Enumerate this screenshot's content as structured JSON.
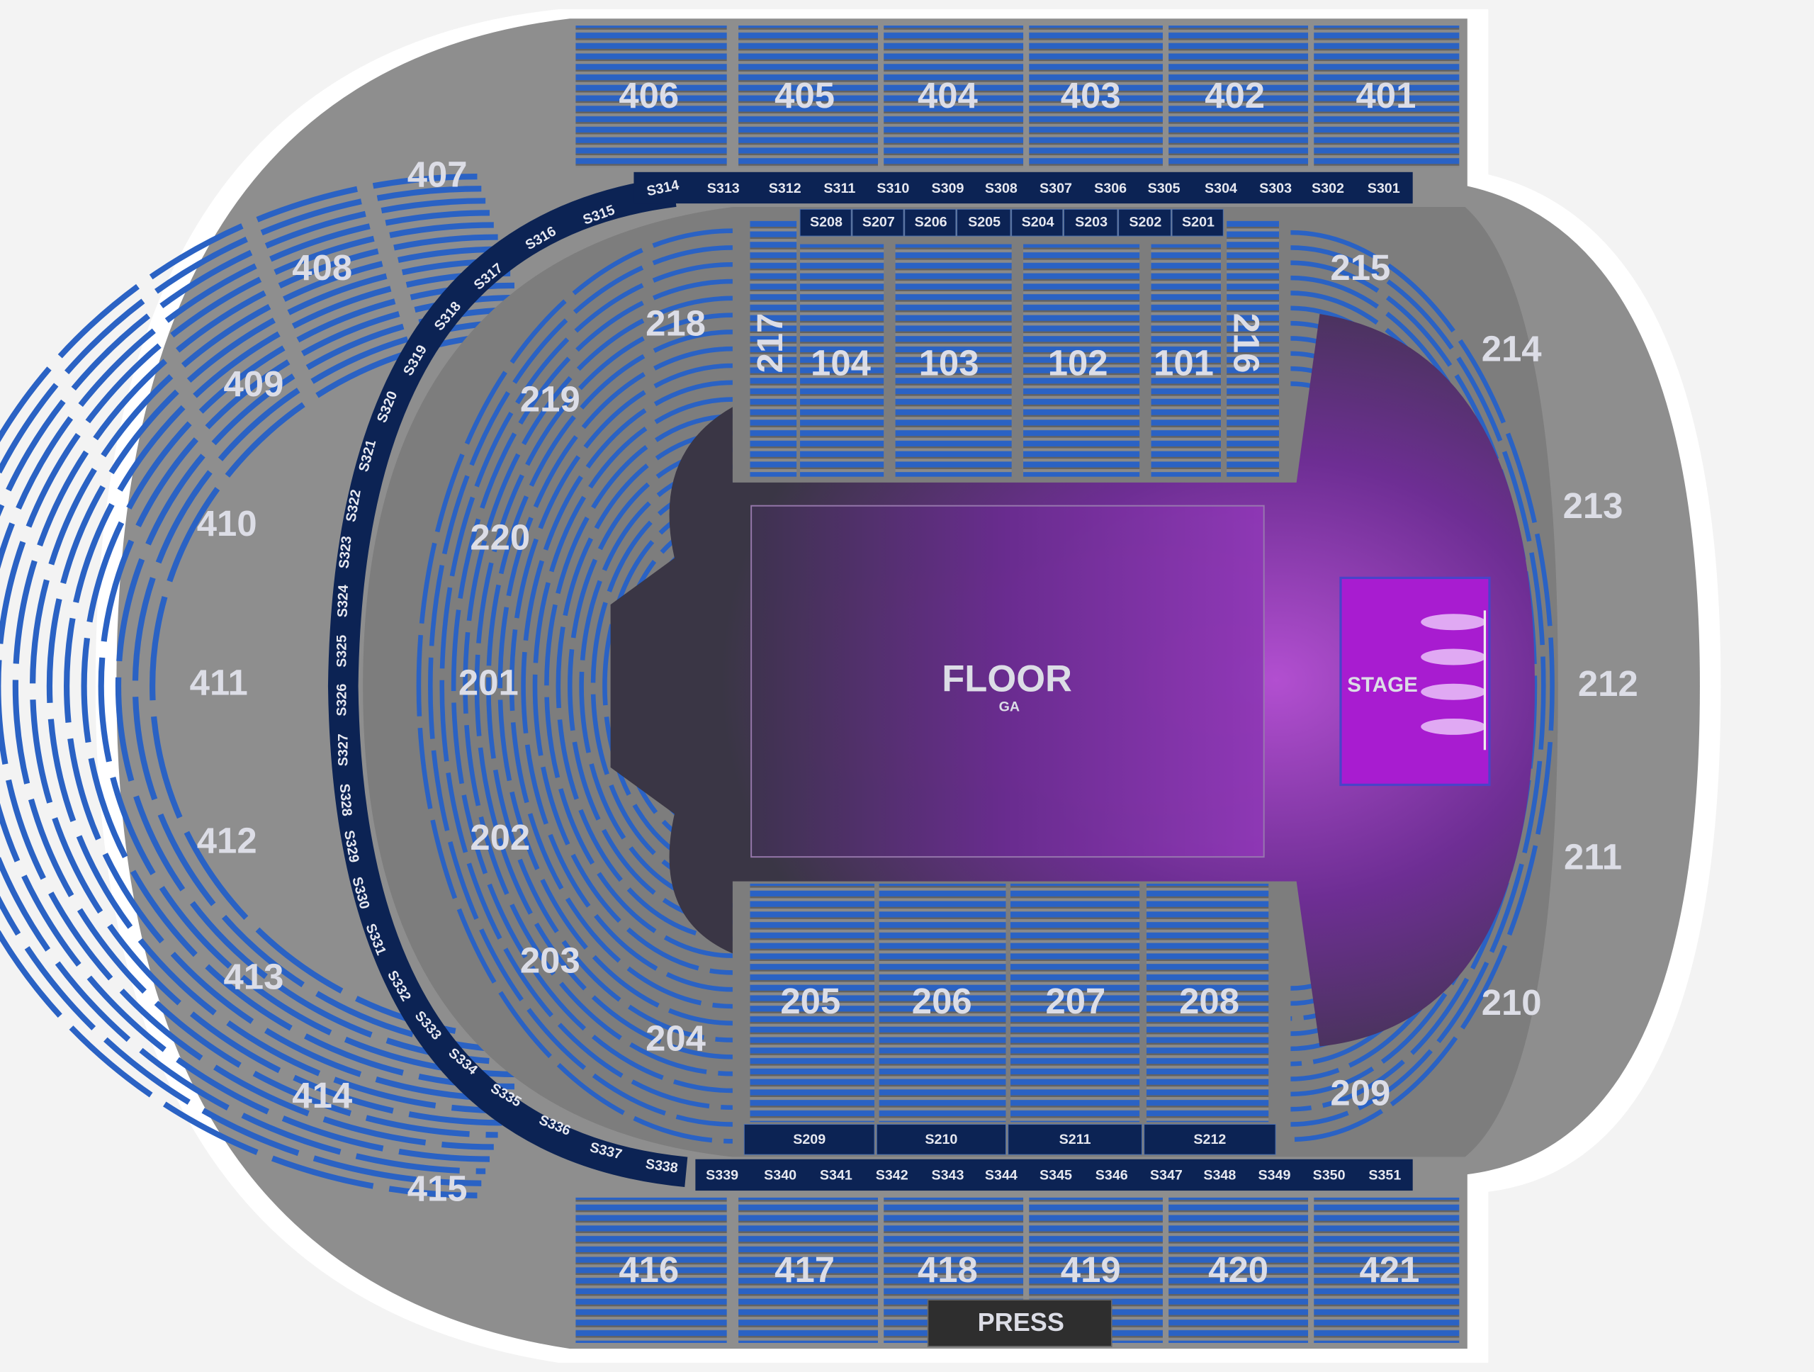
{
  "venue_map": {
    "floor": {
      "label": "FLOOR",
      "sub": "GA"
    },
    "stage": {
      "label": "STAGE"
    },
    "press": {
      "label": "PRESS"
    },
    "colors": {
      "seat": "#2a62c4",
      "seat_dark": "#173f8c",
      "concourse": "#8e8e8e",
      "bowl": "#3c3a44",
      "floor": "#7b2fa8",
      "stage": "#b41fd6",
      "suite": "#0c2354"
    },
    "upper_sections": [
      "401",
      "402",
      "403",
      "404",
      "405",
      "406",
      "407",
      "408",
      "409",
      "410",
      "411",
      "412",
      "413",
      "414",
      "415",
      "416",
      "417",
      "418",
      "419",
      "420",
      "421"
    ],
    "lower_sections": [
      "201",
      "202",
      "203",
      "204",
      "205",
      "206",
      "207",
      "208",
      "209",
      "210",
      "211",
      "212",
      "213",
      "214",
      "215",
      "216",
      "217",
      "218",
      "219",
      "220"
    ],
    "floor_sections": [
      "101",
      "102",
      "103",
      "104"
    ],
    "suites_top": [
      "S314",
      "S313",
      "S312",
      "S311",
      "S310",
      "S309",
      "S308",
      "S307",
      "S306",
      "S305",
      "S304",
      "S303",
      "S302",
      "S301"
    ],
    "suites_ring": [
      "S315",
      "S316",
      "S317",
      "S318",
      "S319",
      "S320",
      "S321",
      "S322",
      "S323",
      "S324",
      "S325",
      "S326",
      "S327",
      "S328",
      "S329",
      "S330",
      "S331",
      "S332",
      "S333",
      "S334",
      "S335",
      "S336",
      "S337",
      "S338"
    ],
    "suites_bottom": [
      "S339",
      "S340",
      "S341",
      "S342",
      "S343",
      "S344",
      "S345",
      "S346",
      "S347",
      "S348",
      "S349",
      "S350",
      "S351"
    ],
    "loge_top": [
      "S208",
      "S207",
      "S206",
      "S205",
      "S204",
      "S203",
      "S202",
      "S201"
    ],
    "loge_bottom": [
      "S209",
      "S210",
      "S211",
      "S212"
    ]
  }
}
